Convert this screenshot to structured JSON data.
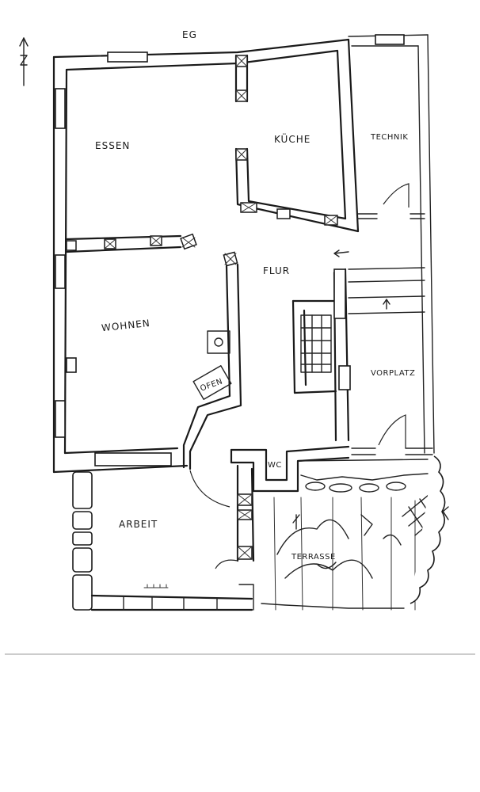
{
  "plan": {
    "floor_label": "EG",
    "north_label": "N",
    "rooms": {
      "essen": "ESSEN",
      "kueche": "KÜCHE",
      "technik": "TECHNIK",
      "flur": "FLUR",
      "wohnen": "WOHNEN",
      "ofen": "OFEN",
      "vorplatz": "VORPLATZ",
      "wc": "WC",
      "arbeit": "ARBEIT",
      "terrasse": "TERRASSE"
    }
  }
}
